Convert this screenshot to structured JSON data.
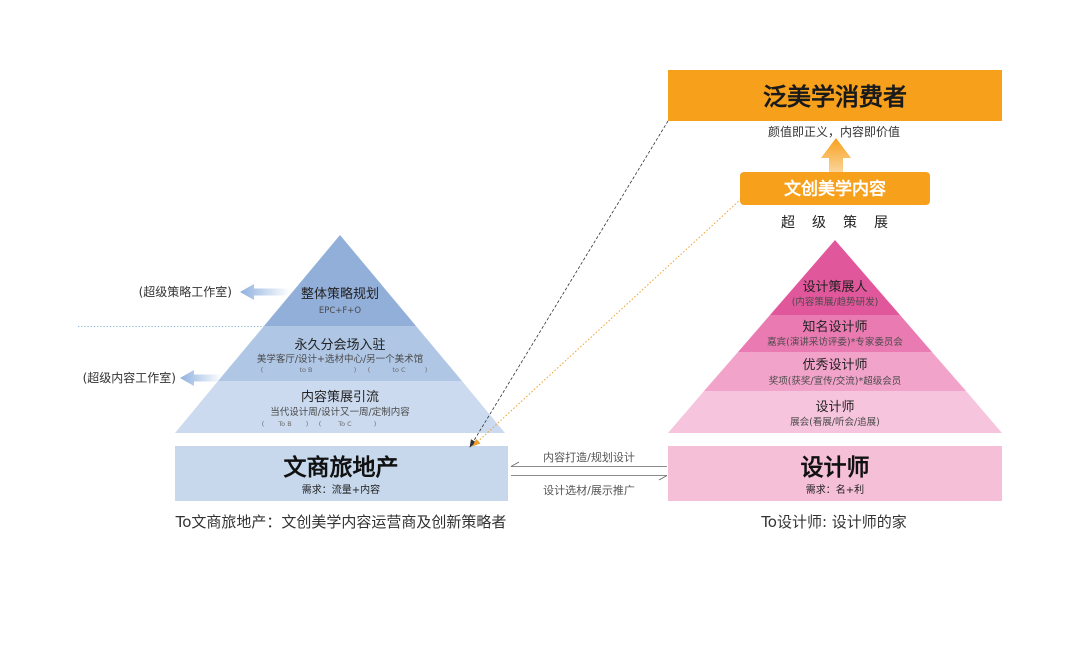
{
  "colors": {
    "left_layer_1": "#92afd9",
    "left_layer_2": "#afc6e5",
    "left_layer_3": "#cbdaee",
    "left_base": "#c7d8ec",
    "right_layer_1": "#e1579b",
    "right_layer_2": "#ea7bb2",
    "right_layer_3": "#f2a3ca",
    "right_layer_4": "#f7c4dd",
    "right_base": "#f5bfd8",
    "orange": "#f7a01c"
  },
  "left": {
    "side_labels": {
      "strategy_studio": "(超级策略工作室)",
      "content_studio": "(超级内容工作室)"
    },
    "pyramid": [
      {
        "title": "整体策略规划",
        "sub": "EPC+F+O"
      },
      {
        "title": "永久分会场入驻",
        "sub": "美学客厅/设计+选材中心/另一个美术馆",
        "tags": [
          {
            "open": "(",
            "label": "to B",
            "close": ")"
          },
          {
            "open": "(",
            "label": "to C",
            "close": ")"
          }
        ]
      },
      {
        "title": "内容策展引流",
        "sub": "当代设计周/设计又一周/定制内容",
        "tags": [
          {
            "open": "(",
            "label": "To B",
            "close": ")"
          },
          {
            "open": "(",
            "label": "To C",
            "close": ")"
          }
        ]
      }
    ],
    "base": {
      "title": "文商旅地产",
      "need": "需求：流量+内容"
    },
    "caption": "To文商旅地产：文创美学内容运营商及创新策略者"
  },
  "exchange": {
    "to_left": "内容打造/规划设计",
    "to_right": "设计选材/展示推广"
  },
  "right": {
    "consumer": {
      "title": "泛美学消费者",
      "slogan": "颜值即正义，内容即价值"
    },
    "content_box": "文创美学内容",
    "curation": "超级策展",
    "pyramid": [
      {
        "title": "设计策展人",
        "sub": "(内容策展/趋势研发)"
      },
      {
        "title": "知名设计师",
        "sub": "嘉宾(演讲采访评委)*专家委员会"
      },
      {
        "title": "优秀设计师",
        "sub": "奖项(获奖/宣传/交流)*超级会员"
      },
      {
        "title": "设计师",
        "sub": "展会(看展/听会/追展)"
      }
    ],
    "base": {
      "title": "设计师",
      "need": "需求：名+利"
    },
    "caption": "To设计师: 设计师的家"
  }
}
